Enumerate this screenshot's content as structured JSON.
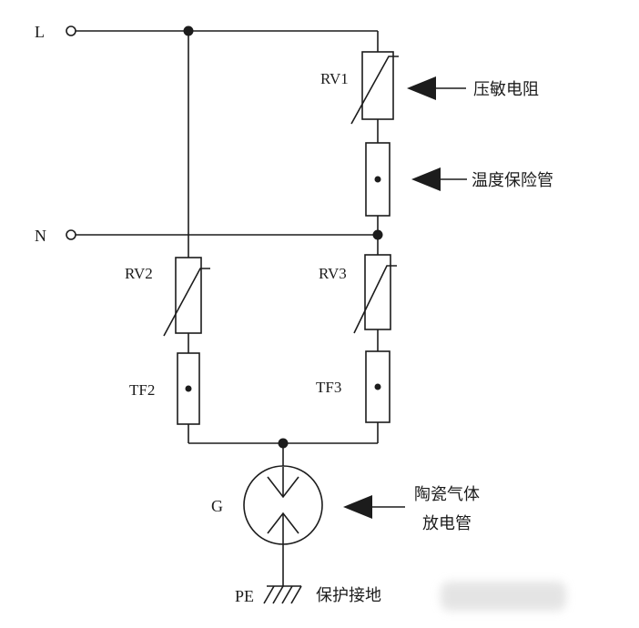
{
  "diagram": {
    "terminals": {
      "l_label": "L",
      "n_label": "N",
      "pe_label": "PE"
    },
    "components": {
      "rv1_label": "RV1",
      "rv2_label": "RV2",
      "rv3_label": "RV3",
      "tf2_label": "TF2",
      "tf3_label": "TF3",
      "gdt_label": "G"
    },
    "annotations": {
      "varistor": "压敏电阻",
      "thermal_fuse": "温度保险管",
      "gdt_line1": "陶瓷气体",
      "gdt_line2": "放电管",
      "protective_earth": "保护接地"
    },
    "colors": {
      "line": "#1c1c1c",
      "background": "#ffffff"
    }
  }
}
